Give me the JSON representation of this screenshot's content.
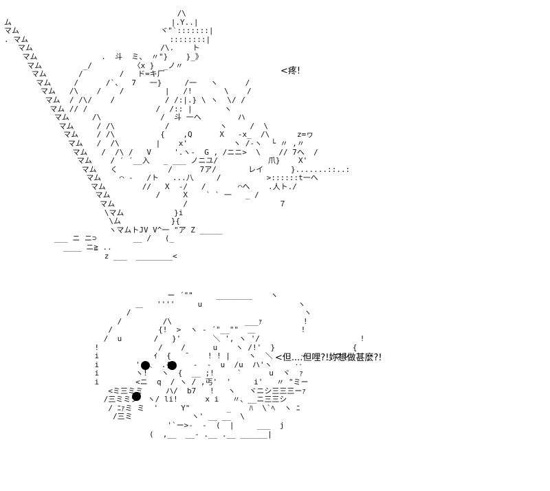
{
  "captions": {
    "top": "<疼!",
    "bottom": "<但....但哩?!妳想做甚麼?!"
  },
  "ascii_art": {
    "top": [
      "                                      /\\",
      "ム                                   |.Y..|",
      "マム                               ヾ\"`:::::::|",
      ". マム                               ::::::::|",
      "   マム                            /\\.    ト",
      "    マム              .  斗  ミ、 〃\"}    }_》",
      "     マム         _/         〈x }  _ノ〃",
      "      マム       /        /   ド=キ厂",
      "       マム     /      /`、  7   一}     /一   ヽ      /",
      "        マム   /\\    /    /         |   /!       \\    /",
      "         マム  / /\\/    /           / /:|.} \\ ヽ  \\/ /",
      "          マム // /               /  /:: |       ヽ",
      "           マム     /\\             /  斗 一へ        ハ",
      "            マム     / /\\           /           ヽ     /  \\",
      "             マム    / /\\          {    ,Q      X   -x_  /\\      z=ヮ",
      "              マム   /  /\\        |    x'          ヽ /-ヽ  └ 〃 ,〃",
      "               マム   /  /\\ /   V     '.ヽ-  G , /ニニ>  \\    // 7へ  /",
      "                マム    / ′ ′__入   _ ___ ノニユ/           爪}    X'",
      "                 マム   く           /      7ア/       レイ      }.......::..:",
      "                  マム    ⌒ -   /ト   ...八     /          >::::::t一へ",
      "                   マム        //   X  -/   /       ⌒へ    .人ト./",
      "                    マム          /     X    ` ` 一   _ /",
      "                     マム               /                    ７",
      "                      \\マム           }i",
      "                       \\ム           }{",
      "                       ヽマムトJV V^一 \"ア Z _____",
      "           ___ ニ ニ⊃        __ /   (_",
      "             ____ ニ≧ ..",
      "                      z ___  ________<"
    ],
    "bottom": [
      "                            ー ´\"\"     ________    ヽ",
      "                     ＿   ''''     u                     ヽ",
      "                   /                                      ヽ",
      "                 /         /\\                ___ｧ         !",
      "               /          {!  >  ヽ - ´\"__\"\"  ＿          !",
      "              /  u       /   }'       ＼ ', ヽ '/                      !",
      "            !             /    /      u    ヽ /!'  }                 {",
      "            i            ｲ  {   ̄     ! ! |    ヽ  ＼      ‥    _ ニシ",
      "            i        ' ＼  .{|    -  -  u  /u  ハ'ヽ     ‥",
      "            i        ヽ!   ヽ  {  __ ;!     `      u  ヾ  ｧ",
      "            i        <ニ  q  / ヽ / ,丐'  '     i'   〃 \"ミー",
      "               <ミ三ミミ     ハ/  b7   !   ヽ   ヾニシ三三三ーｧ",
      "              /三ミミシ  ヽ/ li!      x i   〃、__ニ三三シ",
      "               / ﾆｧミ ミ  '     Y\"        _    ﾊ  \\`ﾍ  ヽ ﾆ",
      "                /三ミ             ヽ' __ __  \\",
      "                            '`ー>-  -  (  |     ___  j",
      "                        (  ,__  __- .__ .__ ______|"
    ]
  }
}
